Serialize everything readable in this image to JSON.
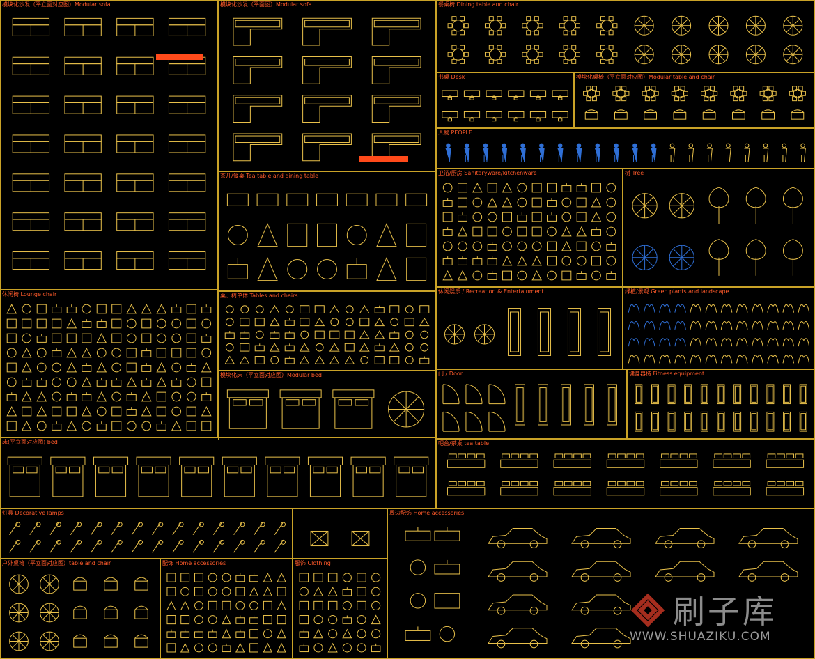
{
  "colors": {
    "line": "#e8c04a",
    "border": "#c9a227",
    "title": "#ff5a2a",
    "accent_blue": "#2f6fd6",
    "accent_red": "#ff4a1a"
  },
  "panels": [
    {
      "id": "modular-sofa-1",
      "title": "模块化沙发（平立面对应图）Modular sofa",
      "pattern": "sofa"
    },
    {
      "id": "modular-sofa-2",
      "title": "模块化沙发（平面图）Modular sofa",
      "pattern": "sectional"
    },
    {
      "id": "dining",
      "title": "餐桌椅 Dining table and chair",
      "pattern": "dining"
    },
    {
      "id": "desk",
      "title": "书桌 Desk",
      "pattern": "desk"
    },
    {
      "id": "modular-table",
      "title": "模块化桌椅（平立面对应图）Modular table and chair",
      "pattern": "tablechair"
    },
    {
      "id": "people",
      "title": "人物 PEOPLE",
      "pattern": "people"
    },
    {
      "id": "tea-table",
      "title": "茶几/餐桌 Tea table and dining table",
      "pattern": "teatable"
    },
    {
      "id": "sanitary",
      "title": "卫浴/厨房 Sanitaryware/kitchenware",
      "pattern": "grid"
    },
    {
      "id": "tree",
      "title": "树 Tree",
      "pattern": "tree"
    },
    {
      "id": "lounge",
      "title": "休闲椅 Lounge chair",
      "pattern": "grid"
    },
    {
      "id": "tables-chairs",
      "title": "桌、椅单体 Tables and chairs",
      "pattern": "grid"
    },
    {
      "id": "recreation",
      "title": "休闲娱乐 / Recreation & Entertainment",
      "pattern": "recreation"
    },
    {
      "id": "green",
      "title": "绿植/景观 Green plants and landscape",
      "pattern": "plants"
    },
    {
      "id": "modular-bed",
      "title": "模块化床（平立面对应图）Modular bed",
      "pattern": "bed"
    },
    {
      "id": "door",
      "title": "门 / Door",
      "pattern": "door"
    },
    {
      "id": "fitness",
      "title": "健身器械 Fitness equipment",
      "pattern": "fitness"
    },
    {
      "id": "bed",
      "title": "床(平立面对应图) bed",
      "pattern": "bed2"
    },
    {
      "id": "bar",
      "title": "吧台/茶桌 tea table",
      "pattern": "bar"
    },
    {
      "id": "lamps",
      "title": "灯具 Decorative lamps",
      "pattern": "lamps"
    },
    {
      "id": "misc-small",
      "title": "",
      "pattern": "boxes"
    },
    {
      "id": "home-acc-1",
      "title": "周边配饰 Home accessories",
      "pattern": "cars"
    },
    {
      "id": "outdoor",
      "title": "户外桌椅（平立面对应图）table and chair",
      "pattern": "outdoor"
    },
    {
      "id": "home-acc-2",
      "title": "配饰 Home accessories",
      "pattern": "grid"
    },
    {
      "id": "clothing",
      "title": "服饰 Clothing",
      "pattern": "grid"
    }
  ],
  "watermark": {
    "cn": "刷子库",
    "url": "WWW.SHUAZIKU.COM"
  }
}
